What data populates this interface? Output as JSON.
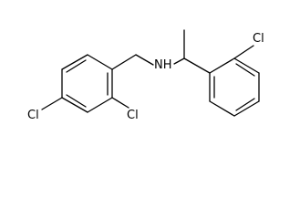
{
  "molecule": {
    "atom_labels": {
      "cl_left": "Cl",
      "cl_ortho_left_ring": "Cl",
      "cl_right_ring": "Cl",
      "amine": "NH"
    }
  }
}
